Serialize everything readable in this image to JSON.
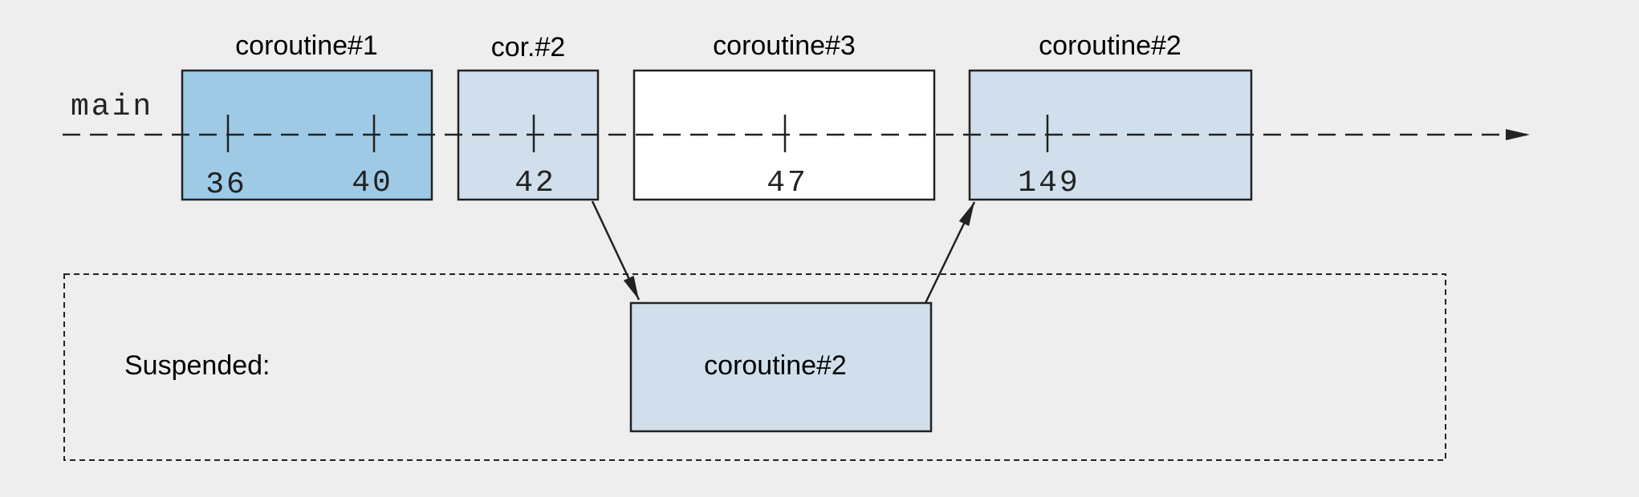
{
  "main_label": "main",
  "boxes": [
    {
      "id": "c1",
      "title": "coroutine#1",
      "fill": "#9ecae6",
      "ticks": [
        "36",
        "40"
      ]
    },
    {
      "id": "c2a",
      "title": "cor.#2",
      "fill": "#d0dfeb",
      "ticks": [
        "42"
      ]
    },
    {
      "id": "c3",
      "title": "coroutine#3",
      "fill": "#ffffff",
      "ticks": [
        "47"
      ]
    },
    {
      "id": "c2b",
      "title": "coroutine#2",
      "fill": "#d0dfeb",
      "ticks": [
        "149"
      ]
    }
  ],
  "suspended": {
    "label": "Suspended:",
    "box_label": "coroutine#2",
    "box_fill": "#d0dfeb"
  },
  "colors": {
    "background": "#eeeeee",
    "line": "#222222"
  }
}
